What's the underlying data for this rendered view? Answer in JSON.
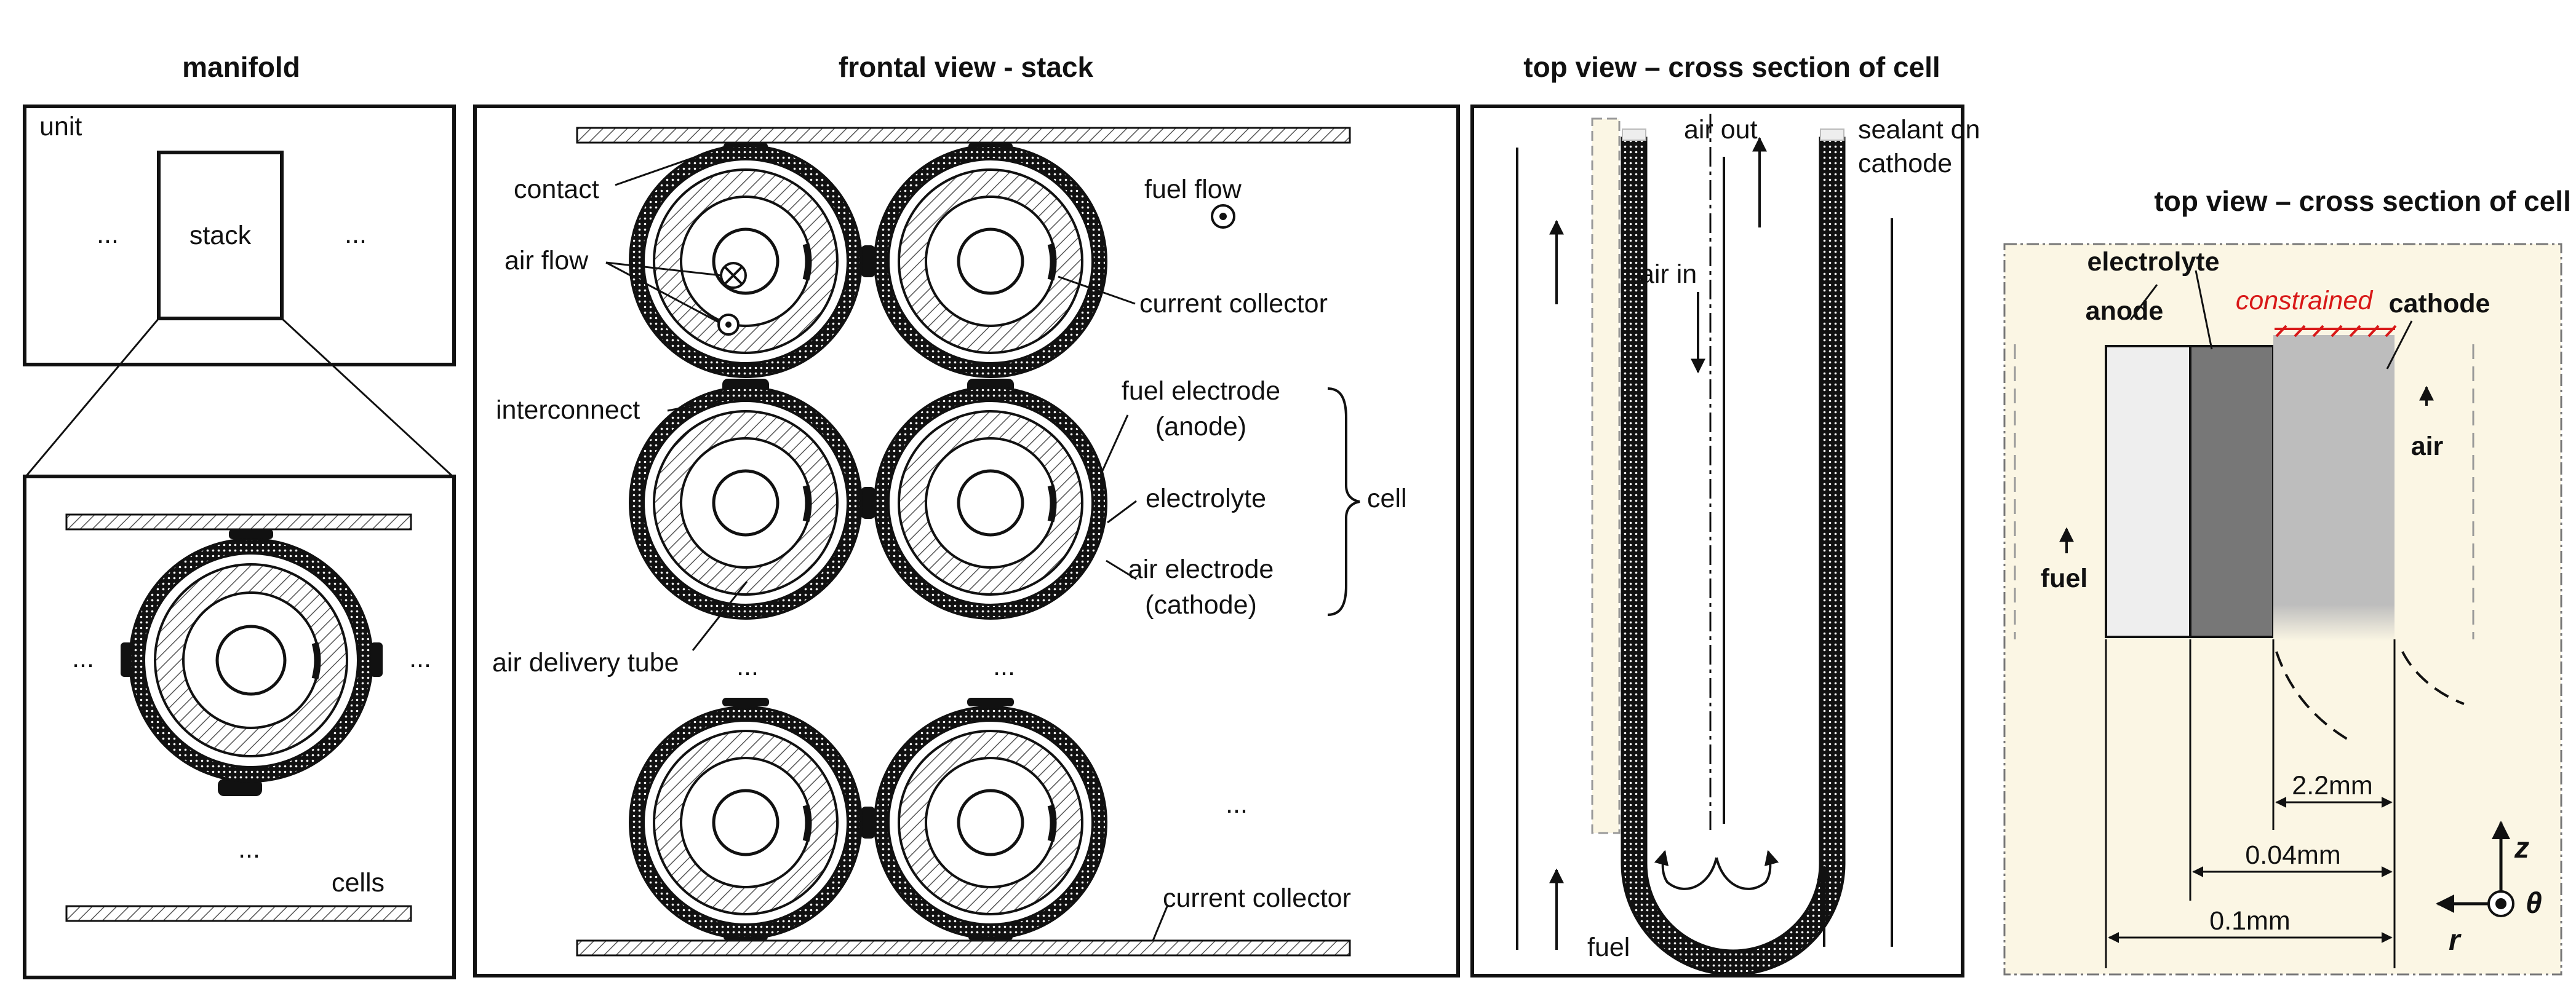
{
  "titles": {
    "manifold": "manifold",
    "stack": "frontal view - stack",
    "cell_top": "top view – cross section of cell",
    "cell_wall": "top view – cross section of cell wall"
  },
  "manifold": {
    "unit": "unit",
    "stack": "stack",
    "dots_left": "...",
    "dots_right": "...",
    "cells_dots_left": "...",
    "cells_dots_right": "...",
    "cells_dots_bottom": "...",
    "cells": "cells"
  },
  "stack": {
    "contact": "contact",
    "air_flow": "air flow",
    "fuel_flow": "fuel flow",
    "current_collector_1": "current collector",
    "interconnect": "interconnect",
    "fuel_electrode_1": "fuel electrode",
    "fuel_electrode_2": "(anode)",
    "electrolyte": "electrolyte",
    "cell": "cell",
    "air_electrode_1": "air electrode",
    "air_electrode_2": "(cathode)",
    "air_delivery_tube": "air delivery tube",
    "dots_col1": "...",
    "dots_col2": "...",
    "dots_right": "...",
    "current_collector_2": "current collector"
  },
  "cell_section": {
    "air_out": "air out",
    "sealant_1": "sealant on",
    "sealant_2": "cathode",
    "air_in": "air in",
    "fuel": "fuel"
  },
  "cell_wall": {
    "electrolyte": "electrolyte",
    "anode": "anode",
    "constrained": "constrained",
    "cathode": "cathode",
    "air": "air",
    "fuel": "fuel",
    "dim_cathode": "2.2mm",
    "dim_electrolyte": "0.04mm",
    "dim_anode": "0.1mm",
    "axis_z": "z",
    "axis_r": "r",
    "axis_theta": "θ"
  },
  "colors": {
    "panel_background": "#fbf6e4",
    "anode_fill": "#eeeeee",
    "electrolyte_fill": "#777777",
    "cathode_fill": "#bdbdbd",
    "constrained_accent": "#d81818"
  }
}
